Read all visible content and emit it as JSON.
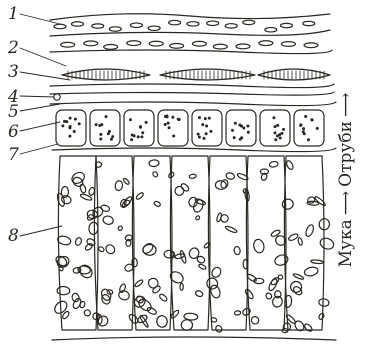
{
  "labels": [
    "1",
    "2",
    "3",
    "4",
    "5",
    "6",
    "7",
    "8"
  ],
  "side_label": {
    "start": "Мука",
    "end": "Отруби",
    "arrow": "→"
  },
  "colors": {
    "ink": "#2a2620",
    "paper": "#ffffff"
  }
}
